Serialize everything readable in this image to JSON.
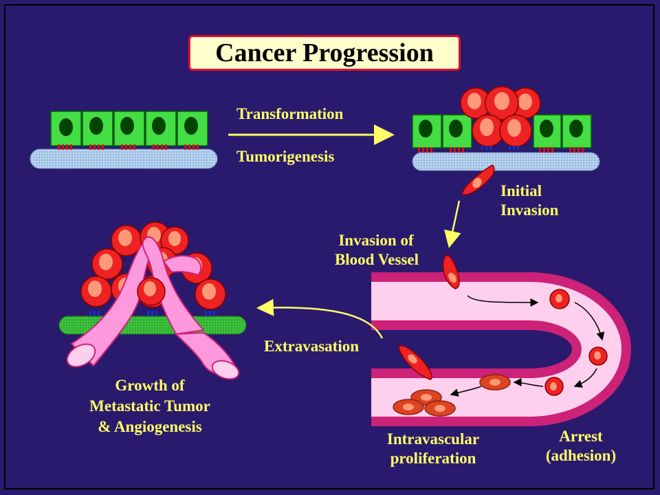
{
  "title": "Cancer Progression",
  "labels": {
    "transformation": "Transformation",
    "tumorigenesis": "Tumorigenesis",
    "initial_invasion_1": "Initial",
    "initial_invasion_2": "Invasion",
    "invasion_vessel_1": "Invasion of",
    "invasion_vessel_2": "Blood Vessel",
    "extravasation": "Extravasation",
    "growth_1": "Growth of",
    "growth_2": "Metastatic Tumor",
    "growth_3": "& Angiogenesis",
    "intravascular_1": "Intravascular",
    "intravascular_2": "proliferation",
    "arrest_1": "Arrest",
    "arrest_2": "(adhesion)"
  },
  "colors": {
    "background": "#2a1a6e",
    "label_text": "#ffff66",
    "title_fill": "#ffffcc",
    "title_border": "#e0102a",
    "epithelial_cell": "#44dd44",
    "nucleus": "#004400",
    "basement_membrane": "#a8c8e8",
    "tumor_cell": "#ee2222",
    "tumor_nucleus": "#ff9977",
    "vessel_wall": "#cc2277",
    "vessel_lumen": "#ffd0ee",
    "new_vessel": "#ff99dd",
    "stroma_green": "#33bb33"
  }
}
